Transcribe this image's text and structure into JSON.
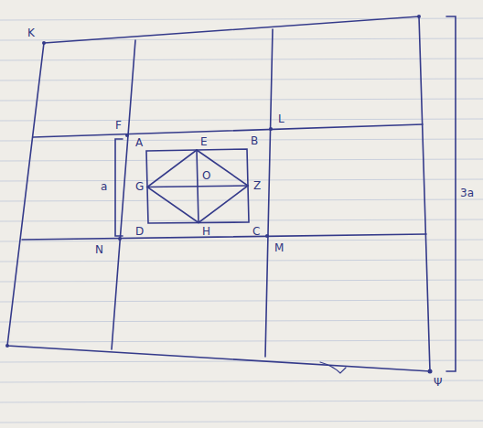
{
  "diagram": {
    "labels": [
      "K",
      "F",
      "L",
      "A",
      "E",
      "B",
      "G",
      "O",
      "Z",
      "D",
      "H",
      "C",
      "a",
      "N",
      "M",
      "3a",
      "Ψ"
    ]
  }
}
